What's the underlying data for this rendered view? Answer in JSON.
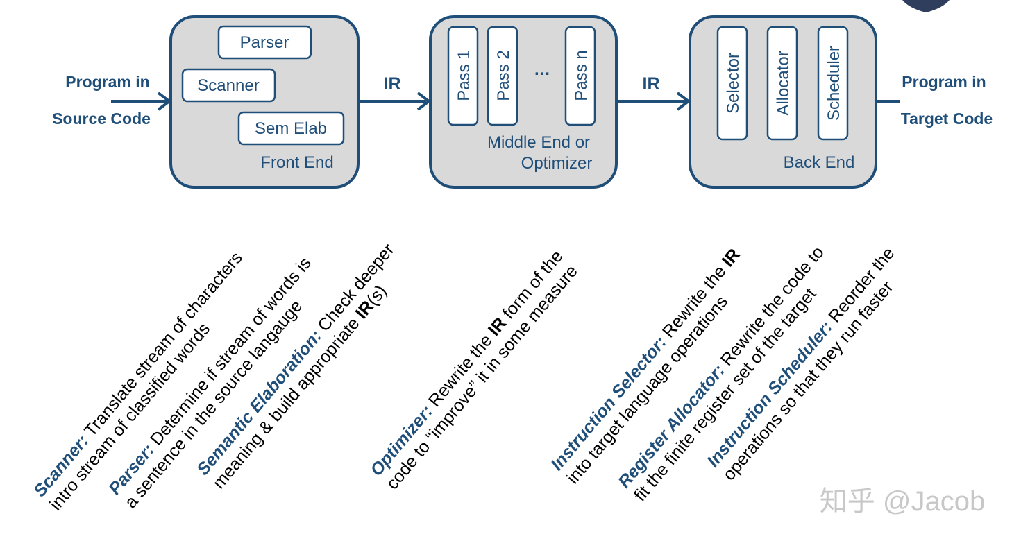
{
  "inputs": {
    "source_line1": "Program in",
    "source_line2": "Source Code",
    "target_line1": "Program in",
    "target_line2": "Target Code"
  },
  "ir_labels": [
    "IR",
    "IR"
  ],
  "front_end": {
    "label": "Front End",
    "parser": "Parser",
    "scanner": "Scanner",
    "sem_elab": "Sem Elab"
  },
  "middle_end": {
    "label_line1": "Middle End or",
    "label_line2": "Optimizer",
    "pass1": "Pass 1",
    "pass2": "Pass 2",
    "ellipsis": "…",
    "passn": "Pass n"
  },
  "back_end": {
    "label": "Back End",
    "selector": "Selector",
    "allocator": "Allocator",
    "scheduler": "Scheduler"
  },
  "descriptions": {
    "scanner": {
      "term": "Scanner:",
      "l1": " Translate stream of characters",
      "l2": "intro stream of classified words"
    },
    "parser": {
      "term": "Parser:",
      "l1": " Determine if stream of words is",
      "l2": "a sentence in the source langauge"
    },
    "semantic": {
      "term": "Semantic Elaboration:",
      "l1a": " Check deeper",
      "l2a": "meaning & build appropriate ",
      "l2b": "IR",
      "l2c": "(s)"
    },
    "optimizer": {
      "term": "Optimizer:",
      "l1a": " Rewrite the ",
      "l1b": "IR",
      "l1c": " form of the",
      "l2": "code to “improve” it in some measure"
    },
    "selector": {
      "term": "Instruction Selector:",
      "l1a": " Rewrite the ",
      "l1b": "IR",
      "l2": "into target language operations"
    },
    "allocator": {
      "term": "Register Allocator:",
      "l1": " Rewrite the code to",
      "l2": "fit the finite register set of the target"
    },
    "scheduler": {
      "term": "Instruction Scheduler:",
      "l1": " Reorder the",
      "l2": "operations so that they run faster"
    }
  },
  "watermark": "知乎 @Jacob",
  "colors": {
    "accent": "#1f4e79",
    "box_fill": "#d9d9d9"
  }
}
